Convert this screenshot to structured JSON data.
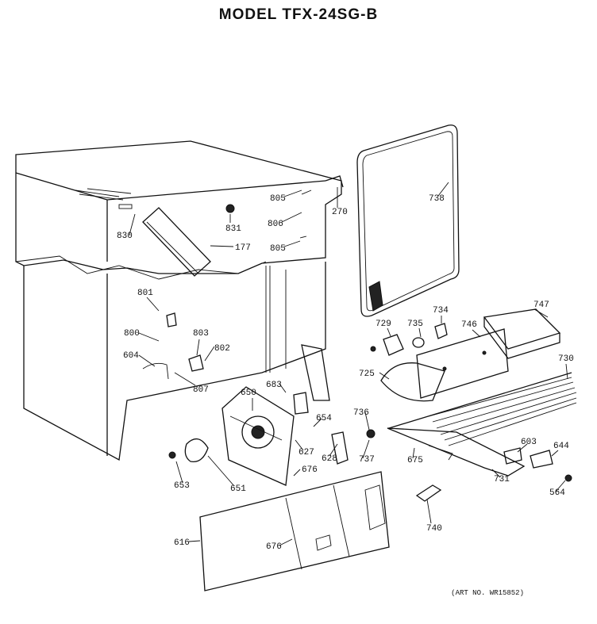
{
  "title": "MODEL TFX-24SG-B",
  "art_no": "(ART NO. WR15852)",
  "part_labels": [
    "805",
    "270",
    "806",
    "805",
    "831",
    "177",
    "830",
    "738",
    "734",
    "735",
    "747",
    "729",
    "746",
    "801",
    "803",
    "802",
    "800",
    "604",
    "807",
    "730",
    "725",
    "683",
    "650",
    "654",
    "736",
    "603",
    "644",
    "628",
    "737",
    "675",
    "731",
    "564",
    "627",
    "676",
    "653",
    "651",
    "740",
    "616",
    "676"
  ]
}
